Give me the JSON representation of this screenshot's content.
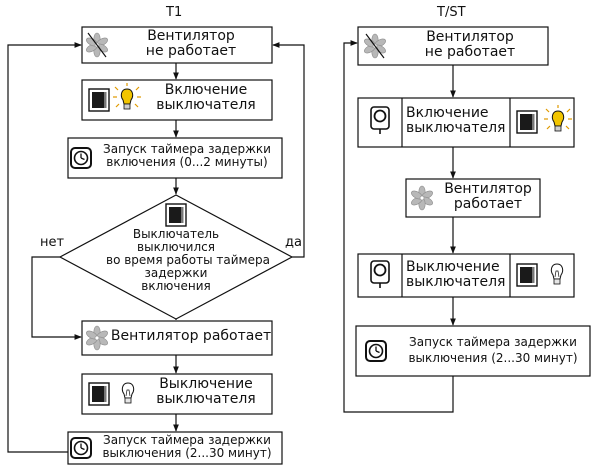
{
  "colors": {
    "line": "#111111",
    "fan": "#b8b8b8",
    "bulb_on": "#f2c500",
    "bulb_off": "#ffffff"
  },
  "t1": {
    "title": "T1",
    "fan_off": [
      "Вентилятор",
      "не работает"
    ],
    "switch_on": [
      "Включение",
      "выключателя"
    ],
    "timer_on_delay": [
      "Запуск таймера задержки",
      "включения (0...2 минуты)"
    ],
    "decision": [
      "Выключатель",
      "выключился",
      "во время работы таймера",
      "задержки",
      "включения"
    ],
    "branch_no": "нет",
    "branch_yes": "да",
    "fan_on": "Вентилятор работает",
    "switch_off": [
      "Выключение",
      "выключателя"
    ],
    "timer_off_delay": [
      "Запуск таймера задержки",
      "выключения (2...30 минут)"
    ]
  },
  "tst": {
    "title": "T/ST",
    "fan_off": [
      "Вентилятор",
      "не работает"
    ],
    "switch_on": [
      "Включение",
      "выключателя"
    ],
    "fan_on": [
      "Вентилятор",
      "работает"
    ],
    "switch_off": [
      "Выключение",
      "выключателя"
    ],
    "timer_off_delay": [
      "Запуск таймера задержки",
      "выключения (2...30 минут)"
    ]
  },
  "icons": [
    "fan-off-icon",
    "fan-icon",
    "switch-on-icon",
    "switch-off-icon",
    "bulb-on-icon",
    "bulb-off-icon",
    "timer-icon",
    "button-icon"
  ]
}
